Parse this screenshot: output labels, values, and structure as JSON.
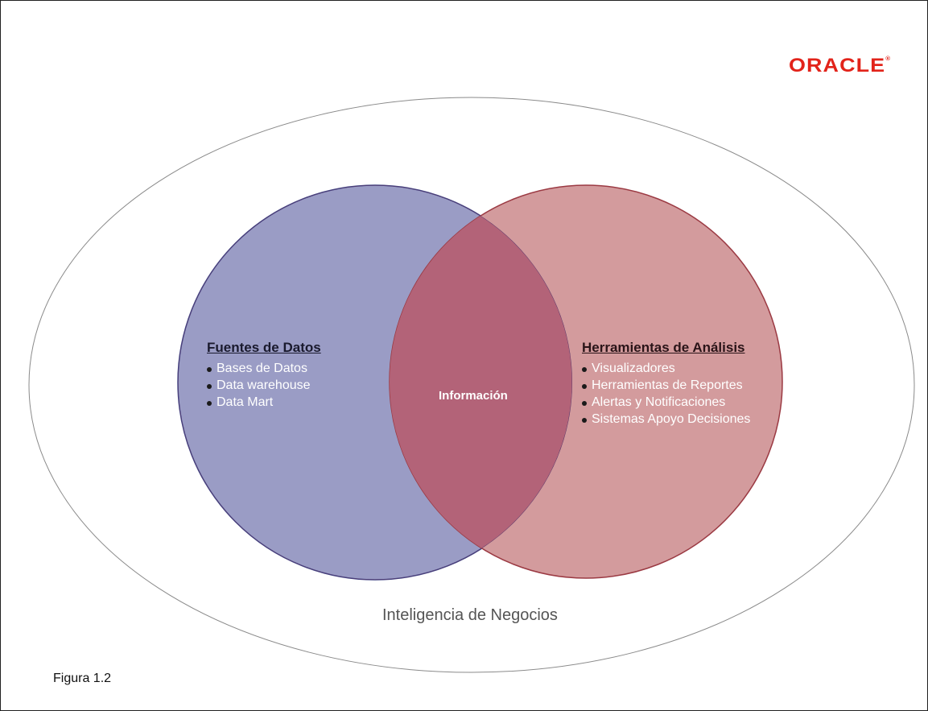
{
  "logo": {
    "text": "ORACLE",
    "mark": "®"
  },
  "colors": {
    "left_circle": "#8b8fbd",
    "right_circle": "#c98184",
    "overlap": "#b4667a",
    "logo": "#e2231a"
  },
  "left": {
    "heading": "Fuentes de Datos",
    "items": [
      "Bases de Datos",
      "Data warehouse",
      "Data Mart"
    ]
  },
  "right": {
    "heading": "Herramientas de Análisis",
    "items": [
      "Visualizadores",
      "Herramientas de Reportes",
      "Alertas y Notificaciones",
      "Sistemas Apoyo Decisiones"
    ]
  },
  "center": {
    "label": "Información"
  },
  "outer": {
    "label": "Inteligencia de Negocios"
  },
  "caption": "Figura 1.2"
}
